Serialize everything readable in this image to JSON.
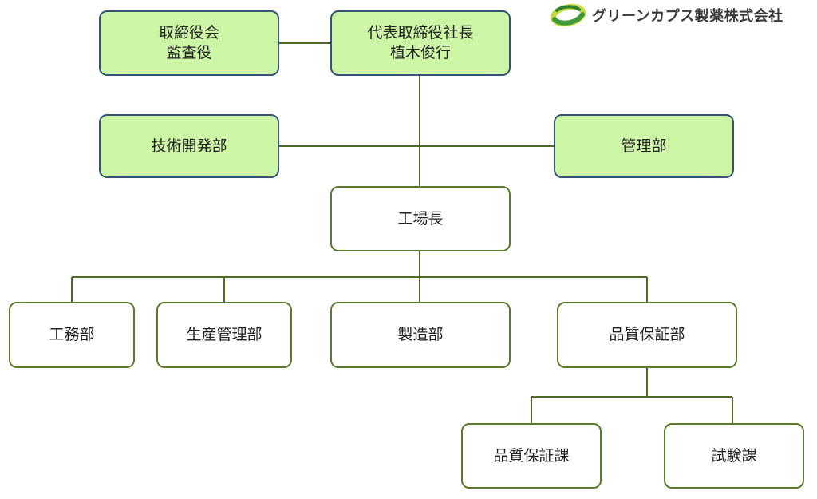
{
  "logo": {
    "text": "グリーンカプス製薬株式会社",
    "icon": "green-ring-logo",
    "colors": {
      "ring_light": "#c6dc3c",
      "ring_dark": "#3e9a3a"
    }
  },
  "colors": {
    "exec_fill": "#ccf5a5",
    "exec_border": "#34527a",
    "line": "#4f6b28",
    "box_border": "#5a7a2e"
  },
  "org": {
    "board": "取締役会\n監査役",
    "president": "代表取締役社長\n植木俊行",
    "tech_dev": "技術開発部",
    "admin": "管理部",
    "plant_manager": "工場長",
    "engineering": "工務部",
    "production_mgmt": "生産管理部",
    "manufacturing": "製造部",
    "qa_dept": "品質保証部",
    "qa_section": "品質保証課",
    "testing_section": "試験課"
  }
}
